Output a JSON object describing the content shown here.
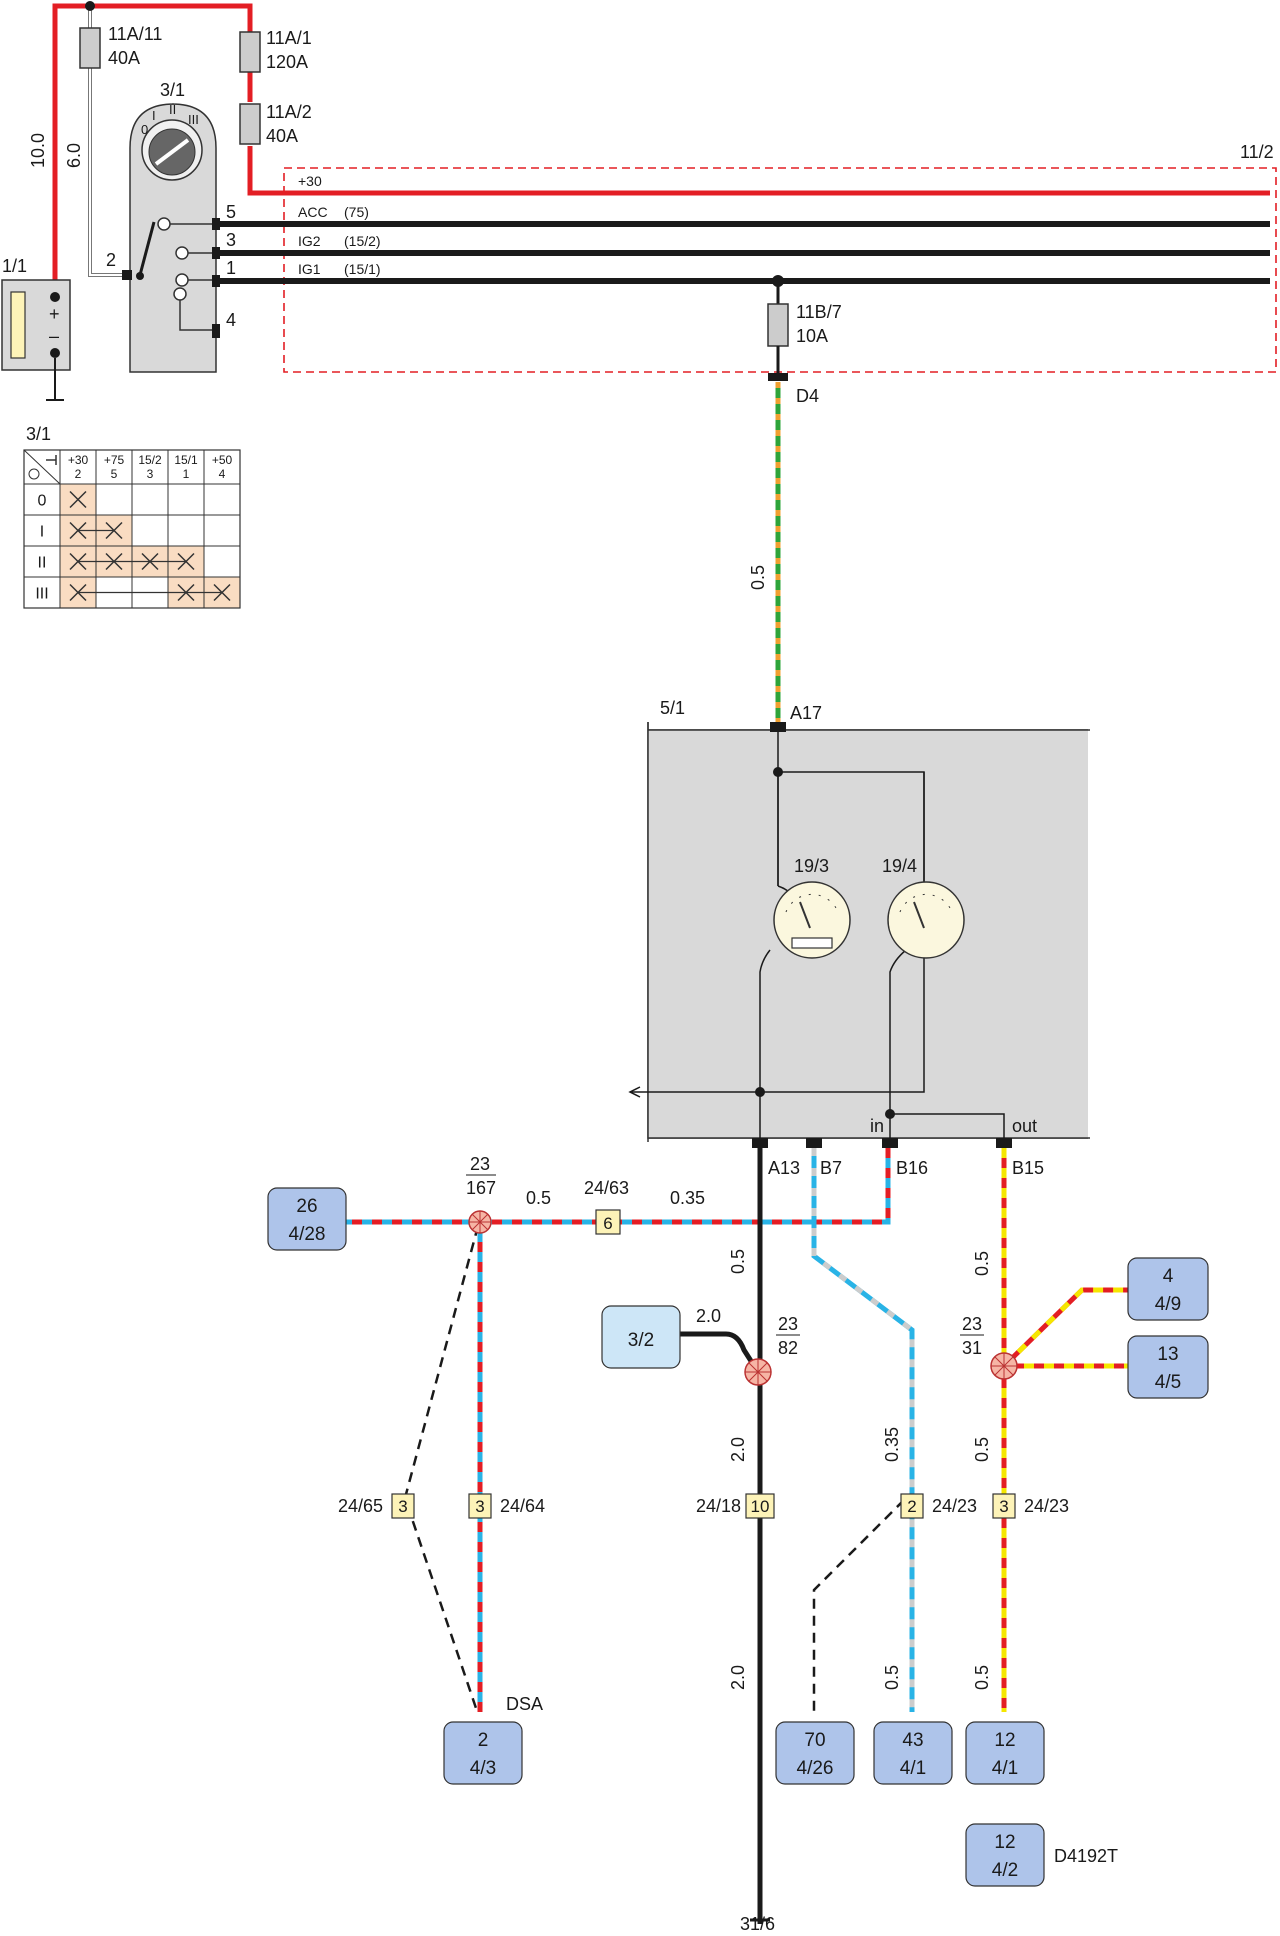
{
  "diagram_code": "D4192T",
  "colors": {
    "red": "#e31e24",
    "black": "#1a1a1a",
    "green": "#2ea43a",
    "orange": "#f0a030",
    "blue": "#29b3e6",
    "yellow": "#f5e600",
    "grey": "#cccccc",
    "box_fill": "#aec4ea",
    "box_light": "#cde6f7",
    "cluster_fill": "#d9d9d9",
    "fuse_fill": "#cccccc",
    "connector_fill": "#fdf3b8",
    "splice_fill": "#f6b5a5",
    "table_highlight": "#f9dcc2",
    "dashed_border": "#e31e24"
  },
  "top": {
    "fuse_11A11": {
      "id": "11A/11",
      "rating": "40A"
    },
    "fuse_11A1": {
      "id": "11A/1",
      "rating": "120A"
    },
    "fuse_11A2": {
      "id": "11A/2",
      "rating": "40A"
    },
    "wire_10": "10.0",
    "wire_6": "6.0",
    "battery": {
      "id": "1/1",
      "plus": "+",
      "minus": "–"
    },
    "ignition_switch": {
      "id": "3/1",
      "pin2": "2",
      "pin5": "5",
      "pin3": "3",
      "pin1": "1",
      "pin4": "4",
      "pos0": "0",
      "pos1": "I",
      "pos2": "II",
      "pos3": "III"
    },
    "fusebox_label": "11/2",
    "bus": {
      "plus30": "+30",
      "acc": "ACC",
      "acc_t": "(75)",
      "ig2": "IG2",
      "ig2_t": "(15/2)",
      "ig1": "IG1",
      "ig1_t": "(15/1)"
    },
    "fuse_11B7": {
      "id": "11B/7",
      "rating": "10A"
    },
    "conn_D4": "D4",
    "wire_D4": "0.5"
  },
  "switch_table": {
    "title": "3/1",
    "headers": [
      {
        "top": "+30",
        "bottom": "2"
      },
      {
        "top": "+75",
        "bottom": "5"
      },
      {
        "top": "15/2",
        "bottom": "3"
      },
      {
        "top": "15/1",
        "bottom": "1"
      },
      {
        "top": "+50",
        "bottom": "4"
      }
    ],
    "rows": [
      {
        "label": "0",
        "active": [
          0
        ]
      },
      {
        "label": "I",
        "active": [
          0,
          1
        ]
      },
      {
        "label": "II",
        "active": [
          0,
          1,
          2,
          3
        ]
      },
      {
        "label": "III",
        "active": [
          0,
          3,
          4
        ]
      }
    ]
  },
  "cluster": {
    "id": "5/1",
    "a17": "A17",
    "gauge1": "19/3",
    "gauge2": "19/4",
    "in": "in",
    "out": "out",
    "a13": "A13",
    "b7": "B7",
    "b16": "B16",
    "b15": "B15"
  },
  "lower": {
    "splice_23_167": {
      "top": "23",
      "bottom": "167"
    },
    "splice_23_82": {
      "top": "23",
      "bottom": "82"
    },
    "splice_23_31": {
      "top": "23",
      "bottom": "31"
    },
    "wire_05_left": "0.5",
    "wire_24_63": "24/63",
    "wire_035_top": "0.35",
    "conn_6": "6",
    "wire_05_a13": "0.5",
    "wire_20_gnd": "2.0",
    "wire_20_down": "2.0",
    "wire_20_bottom": "2.0",
    "wire_035_b7": "0.35",
    "wire_05_b7": "0.5",
    "wire_05_b15a": "0.5",
    "wire_05_b15b": "0.5",
    "wire_05_b15c": "0.5",
    "conn_24_65": {
      "id": "24/65",
      "pin": "3"
    },
    "conn_24_64": {
      "id": "24/64",
      "pin": "3"
    },
    "conn_24_18": {
      "id": "24/18",
      "pin": "10"
    },
    "conn_24_23a": {
      "id": "24/23",
      "pin": "2"
    },
    "conn_24_23b": {
      "id": "24/23",
      "pin": "3"
    },
    "dsa": "DSA",
    "ground": "31/6"
  },
  "boxes": [
    {
      "key": "b26",
      "top": "26",
      "bottom": "4/28"
    },
    {
      "key": "b32",
      "top": "",
      "bottom": "3/2"
    },
    {
      "key": "b4",
      "top": "4",
      "bottom": "4/9"
    },
    {
      "key": "b13",
      "top": "13",
      "bottom": "4/5"
    },
    {
      "key": "b2",
      "top": "2",
      "bottom": "4/3"
    },
    {
      "key": "b70",
      "top": "70",
      "bottom": "4/26"
    },
    {
      "key": "b43",
      "top": "43",
      "bottom": "4/1"
    },
    {
      "key": "b12a",
      "top": "12",
      "bottom": "4/1"
    },
    {
      "key": "b12b",
      "top": "12",
      "bottom": "4/2"
    }
  ]
}
